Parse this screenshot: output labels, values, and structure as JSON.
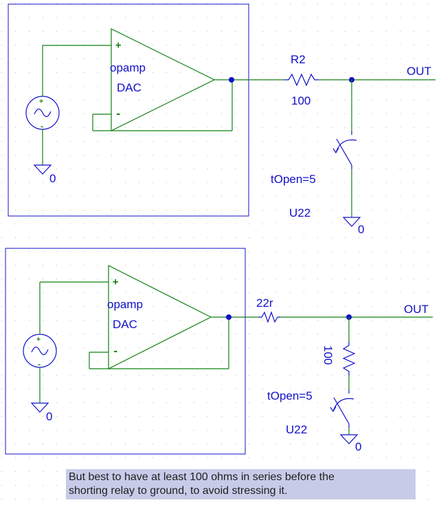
{
  "top": {
    "opamp_name": "opamp",
    "opamp_label": "DAC",
    "plus": "+",
    "minus": "-",
    "src_plus": "+",
    "src_minus": "-",
    "gnd_src": "0",
    "res_name": "R2",
    "res_value": "100",
    "out": "OUT",
    "switch_param": "tOpen=5",
    "switch_name": "U22",
    "gnd_sw": "0"
  },
  "bottom": {
    "opamp_name": "opamp",
    "opamp_label": "DAC",
    "plus": "+",
    "minus": "-",
    "src_plus": "+",
    "src_minus": "-",
    "gnd_src": "0",
    "res_value": "22r",
    "out": "OUT",
    "shunt_res_value": "100",
    "switch_param": "tOpen=5",
    "switch_name": "U22",
    "gnd_sw": "0"
  },
  "note": {
    "line1": "But best to have at least 100 ohms in series before the",
    "line2": "shorting relay to ground, to avoid stressing it."
  },
  "colors": {
    "wire": "#108010",
    "component": "#1010c8",
    "note_bg": "#c8cbe8"
  }
}
